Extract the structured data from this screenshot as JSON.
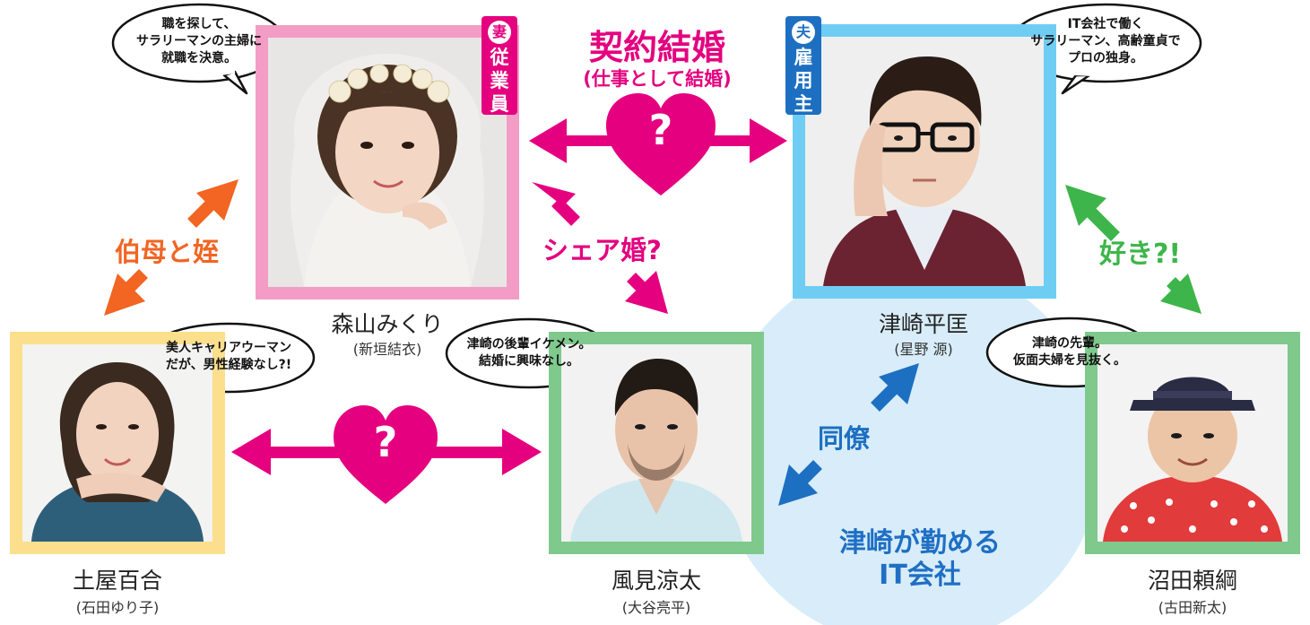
{
  "colors": {
    "magenta": "#e4007f",
    "orange": "#f26522",
    "green": "#3db54a",
    "blue": "#1d6fc1",
    "frame_pink": "#f39cc6",
    "frame_blue": "#6fcdf3",
    "frame_green": "#7fc98d",
    "frame_yellow": "#fbdf8c",
    "company_circle": "#d8edf9"
  },
  "relations": {
    "contract_marriage": "契約結婚",
    "contract_marriage_sub": "(仕事として結婚)",
    "heart_mark": "?",
    "share_marriage": "シェア婚?",
    "aunt_niece": "伯母と姪",
    "likes": "好き?!",
    "colleague": "同僚"
  },
  "badges": {
    "wife_circle": "妻",
    "wife_role": [
      "従",
      "業",
      "員"
    ],
    "husband_circle": "夫",
    "husband_role": [
      "雇",
      "用",
      "主"
    ]
  },
  "company": {
    "label": "津崎が勤める\nIT会社"
  },
  "characters": [
    {
      "id": "mikuri",
      "name": "森山みくり",
      "actor": "(新垣結衣)",
      "bubble": "職を探して、\nサラリーマンの主婦に\n就職を決意。"
    },
    {
      "id": "hiramasa",
      "name": "津崎平匡",
      "actor": "(星野 源)",
      "bubble": "IT会社で働く\nサラリーマン、高齢童貞で\nプロの独身。"
    },
    {
      "id": "yuri",
      "name": "土屋百合",
      "actor": "(石田ゆり子)",
      "bubble": "美人キャリアウーマン\nだが、男性経験なし?!"
    },
    {
      "id": "ryota",
      "name": "風見涼太",
      "actor": "(大谷亮平)",
      "bubble": "津崎の後輩イケメン。\n結婚に興味なし。"
    },
    {
      "id": "yoritsuna",
      "name": "沼田頼綱",
      "actor": "(古田新太)",
      "bubble": "津崎の先輩。\n仮面夫婦を見抜く。"
    }
  ]
}
